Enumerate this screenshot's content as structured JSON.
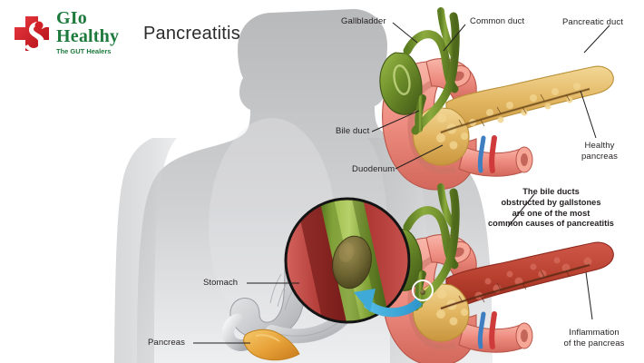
{
  "brand": {
    "logo_icon": "medical-cross-stomach-icon",
    "name_line1": "GIo",
    "name_line2": "Healthy",
    "tagline": "The GUT Healers",
    "color": "#1d7a3c",
    "cross_color": "#d11f27"
  },
  "header": {
    "title": "Pancreatitis"
  },
  "labels": {
    "gallbladder": "Gallbladder",
    "common_duct": "Common duct",
    "pancreatic_duct": "Pancreatic duct",
    "bile_duct": "Bile duct",
    "duodenum": "Duodenum",
    "healthy_pancreas_l1": "Healthy",
    "healthy_pancreas_l2": "pancreas",
    "stomach": "Stomach",
    "pancreas": "Pancreas",
    "inflammation_l1": "Inflammation",
    "inflammation_l2": "of the pancreas"
  },
  "callout": {
    "line1": "The bile ducts",
    "line2": "obstructed by gallstones",
    "line3": "are one of the most",
    "line4": "common causes of pancreatitis"
  },
  "figures": {
    "body_silhouette": "human-torso-silhouette",
    "healthy_pancreas_diagram": "healthy-pancreas-duodenum-gallbladder",
    "inflamed_pancreas_diagram": "inflamed-pancreas-duodenum-gallbladder",
    "magnifier": "magnified-bile-duct-with-gallstone",
    "arrow": "blue-curved-arrow",
    "highlight_ring": "white-highlight-circle",
    "stomach_pancreas_inset": "stomach-and-pancreas-organs"
  },
  "colors": {
    "background": "#ffffff",
    "silhouette_light": "#e3e3e4",
    "silhouette_dark": "#b9babc",
    "duodenum_pink": "#ef8f83",
    "duodenum_pink_dark": "#d96a5e",
    "pancreas_tan": "#e0b45e",
    "pancreas_tan_light": "#f0d28b",
    "inflamed_red": "#c14a3e",
    "inflamed_red_dark": "#9e3026",
    "duct_green": "#7a9a32",
    "duct_green_dark": "#4f6b1e",
    "gallstone_brown": "#7a5a2a",
    "artery_red": "#cf3b3b",
    "vein_blue": "#3f7fc1",
    "arrow_blue": "#3fa9d8",
    "magnifier_bg_red": "#b9403c",
    "stomach_gray": "#cfd1d2",
    "organ_orange": "#e8a33a",
    "label_text": "#231f20",
    "leader_line": "#231f20"
  }
}
